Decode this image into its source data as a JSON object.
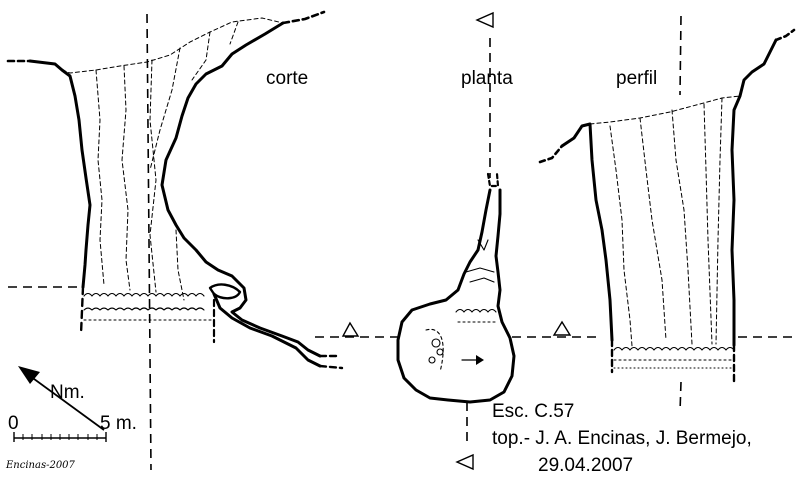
{
  "views": {
    "section_label": "corte",
    "plan_label": "planta",
    "profile_label": "perfil"
  },
  "north": {
    "label": "Nm."
  },
  "scale_bar": {
    "start_label": "0",
    "end_label": "5 m."
  },
  "credits": {
    "scale": "Esc. C.57",
    "surveyors": "top.- J. A. Encinas, J. Bermejo,",
    "date": "29.04.2007",
    "signature": "Encinas-2007"
  },
  "colors": {
    "ink": "#000000",
    "paper": "#ffffff"
  }
}
